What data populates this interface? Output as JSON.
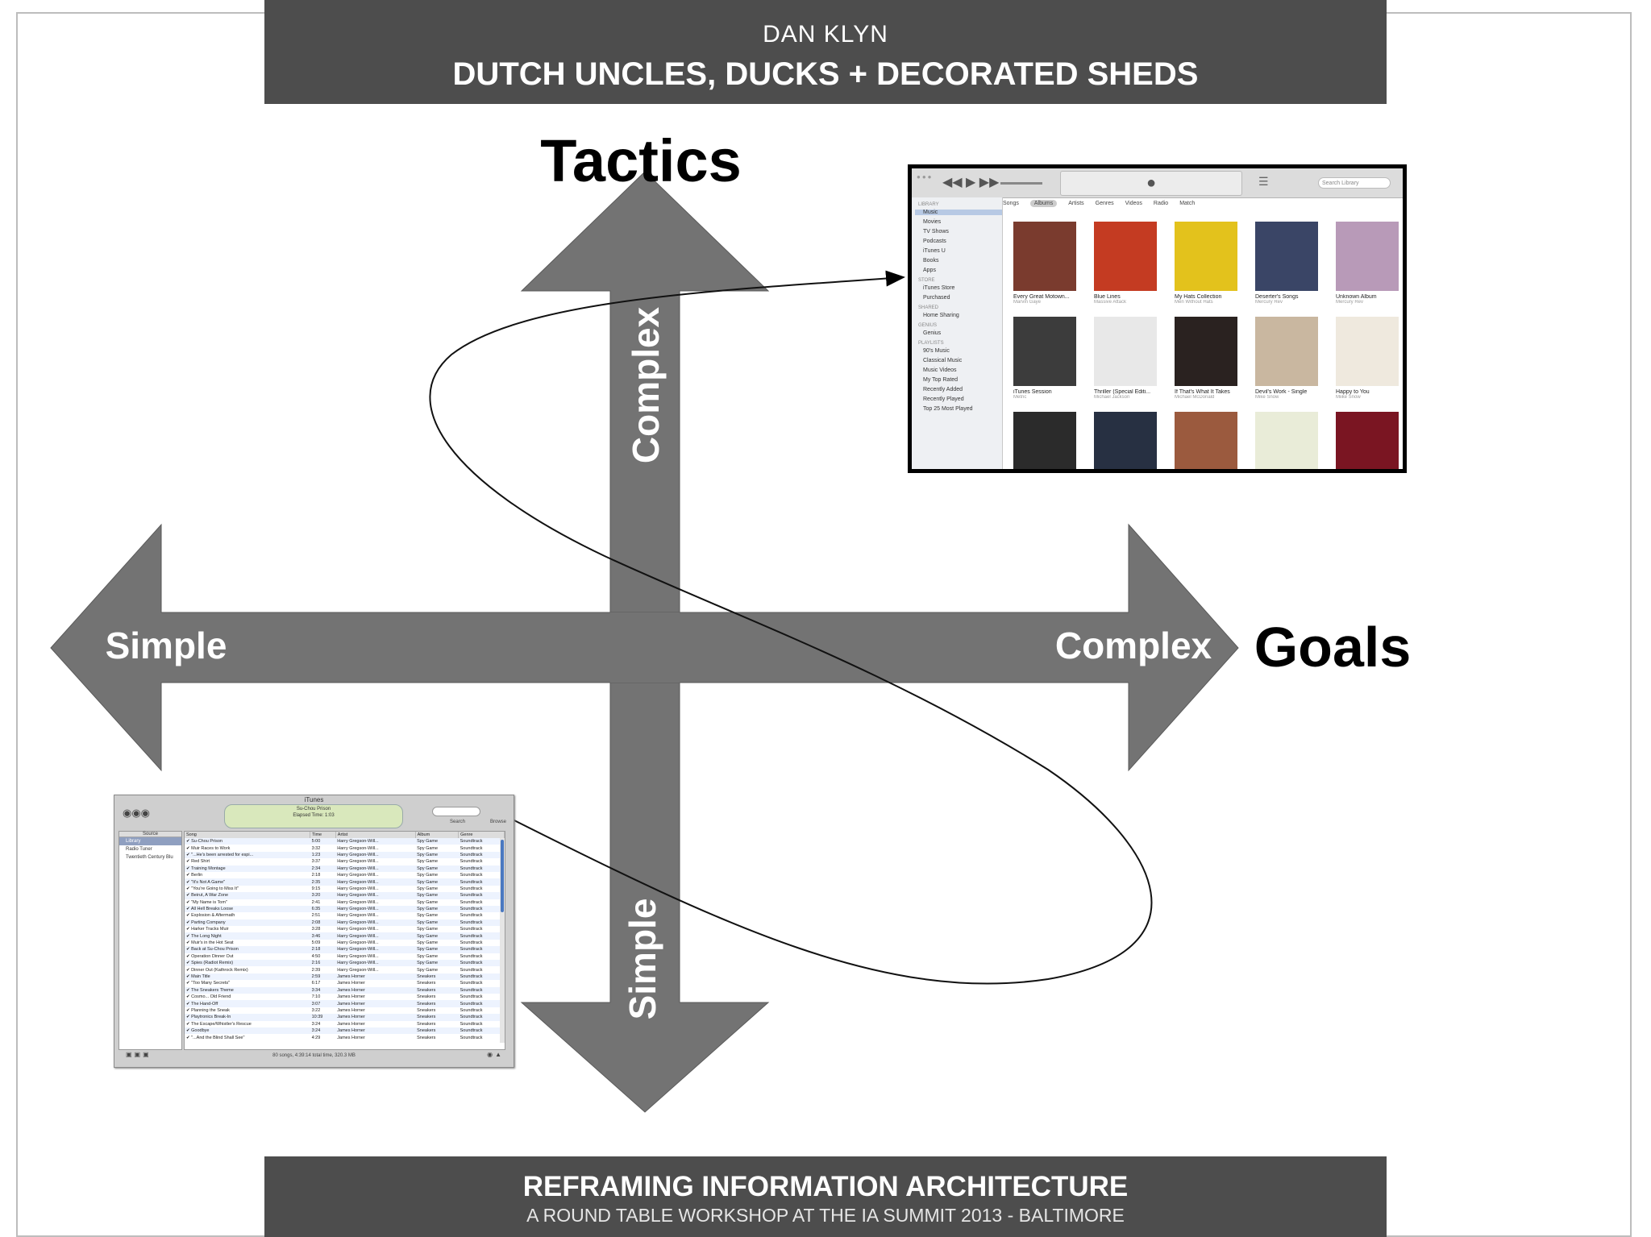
{
  "header": {
    "author": "DAN KLYN",
    "title": "DUTCH UNCLES, DUCKS + DECORATED SHEDS"
  },
  "footer": {
    "title": "REFRAMING INFORMATION ARCHITECTURE",
    "subtitle": "A ROUND TABLE WORKSHOP AT THE IA SUMMIT 2013 - BALTIMORE"
  },
  "diagram": {
    "vertical_axis_title": "Tactics",
    "horizontal_axis_title": "Goals",
    "up_label": "Complex",
    "down_label": "Simple",
    "left_label": "Simple",
    "right_label": "Complex",
    "arrow_color": "#737373"
  },
  "new_itunes": {
    "search_placeholder": "Search Library",
    "tabs": [
      "Songs",
      "Albums",
      "Artists",
      "Genres",
      "Videos",
      "Radio",
      "Match"
    ],
    "active_tab": "Albums",
    "sidebar": [
      {
        "section": "LIBRARY",
        "items": [
          "Music",
          "Movies",
          "TV Shows",
          "Podcasts",
          "iTunes U",
          "Books",
          "Apps"
        ]
      },
      {
        "section": "STORE",
        "items": [
          "iTunes Store",
          "Purchased"
        ]
      },
      {
        "section": "SHARED",
        "items": [
          "Home Sharing"
        ]
      },
      {
        "section": "GENIUS",
        "items": [
          "Genius"
        ]
      },
      {
        "section": "PLAYLISTS",
        "items": [
          "90's Music",
          "Classical Music",
          "Music Videos",
          "My Top Rated",
          "Recently Added",
          "Recently Played",
          "Top 25 Most Played"
        ]
      }
    ],
    "albums": [
      {
        "name": "Every Great Motown...",
        "artist": "Marvin Gaye",
        "color": "#7a3b2e"
      },
      {
        "name": "Blue Lines",
        "artist": "Massive Attack",
        "color": "#c43b22"
      },
      {
        "name": "My Hats Collection",
        "artist": "Men Without Hats",
        "color": "#e3c21c"
      },
      {
        "name": "Deserter's Songs",
        "artist": "Mercury Rev",
        "color": "#3a4566"
      },
      {
        "name": "Unknown Album",
        "artist": "Mercury Rev",
        "color": "#b89ab8"
      },
      {
        "name": "iTunes Session",
        "artist": "Metric",
        "color": "#3c3c3c"
      },
      {
        "name": "Thriller (Special Editi...",
        "artist": "Michael Jackson",
        "color": "#e8e8e8"
      },
      {
        "name": "If That's What It Takes",
        "artist": "Michael McDonald",
        "color": "#2a2220"
      },
      {
        "name": "Devil's Work - Single",
        "artist": "Mike Snow",
        "color": "#c9b7a0"
      },
      {
        "name": "Happy to You",
        "artist": "Miike Snow",
        "color": "#efe9de"
      },
      {
        "name": "",
        "artist": "",
        "color": "#2b2b2b"
      },
      {
        "name": "",
        "artist": "",
        "color": "#273042"
      },
      {
        "name": "",
        "artist": "",
        "color": "#9b5a3e"
      },
      {
        "name": "",
        "artist": "",
        "color": "#e9ecd8"
      },
      {
        "name": "",
        "artist": "",
        "color": "#7a1522"
      }
    ]
  },
  "old_itunes": {
    "window_title": "iTunes",
    "now_playing": "Su-Chou Prison",
    "elapsed": "Elapsed Time: 1:03",
    "search_label": "Search",
    "browse_label": "Browse",
    "source_header": "Source",
    "sources": [
      "Library",
      "Radio Tuner",
      "Twentieth Century Blu"
    ],
    "columns": [
      "Song",
      "Time",
      "Artist",
      "Album",
      "Genre"
    ],
    "rows": [
      [
        "Su-Chou Prison",
        "5:00",
        "Harry Gregson-Will...",
        "Spy Game",
        "Soundtrack"
      ],
      [
        "Muir Races to Work",
        "3:32",
        "Harry Gregson-Will...",
        "Spy Game",
        "Soundtrack"
      ],
      [
        "\"...He's been arrested for espi...",
        "1:23",
        "Harry Gregson-Will...",
        "Spy Game",
        "Soundtrack"
      ],
      [
        "Red Shirt",
        "3:37",
        "Harry Gregson-Will...",
        "Spy Game",
        "Soundtrack"
      ],
      [
        "Training Montage",
        "2:34",
        "Harry Gregson-Will...",
        "Spy Game",
        "Soundtrack"
      ],
      [
        "Berlin",
        "2:18",
        "Harry Gregson-Will...",
        "Spy Game",
        "Soundtrack"
      ],
      [
        "\"It's Not A Game\"",
        "2:35",
        "Harry Gregson-Will...",
        "Spy Game",
        "Soundtrack"
      ],
      [
        "\"You're Going to Miss It\"",
        "9:15",
        "Harry Gregson-Will...",
        "Spy Game",
        "Soundtrack"
      ],
      [
        "Beirut, A War Zone",
        "3:20",
        "Harry Gregson-Will...",
        "Spy Game",
        "Soundtrack"
      ],
      [
        "\"My Name is Tom\"",
        "2:41",
        "Harry Gregson-Will...",
        "Spy Game",
        "Soundtrack"
      ],
      [
        "All Hell Breaks Loose",
        "6:35",
        "Harry Gregson-Will...",
        "Spy Game",
        "Soundtrack"
      ],
      [
        "Explosion & Aftermath",
        "2:51",
        "Harry Gregson-Will...",
        "Spy Game",
        "Soundtrack"
      ],
      [
        "Parting Company",
        "2:08",
        "Harry Gregson-Will...",
        "Spy Game",
        "Soundtrack"
      ],
      [
        "Harker Tracks Muir",
        "3:28",
        "Harry Gregson-Will...",
        "Spy Game",
        "Soundtrack"
      ],
      [
        "The Long Night",
        "3:46",
        "Harry Gregson-Will...",
        "Spy Game",
        "Soundtrack"
      ],
      [
        "Muir's in the Hot Seat",
        "5:09",
        "Harry Gregson-Will...",
        "Spy Game",
        "Soundtrack"
      ],
      [
        "Back at Su-Chou Prison",
        "2:18",
        "Harry Gregson-Will...",
        "Spy Game",
        "Soundtrack"
      ],
      [
        "Operation Dinner Out",
        "4:50",
        "Harry Gregson-Will...",
        "Spy Game",
        "Soundtrack"
      ],
      [
        "Spies (Radiot Remix)",
        "2:16",
        "Harry Gregson-Will...",
        "Spy Game",
        "Soundtrack"
      ],
      [
        "Dinner Out (Kathrock Remix)",
        "2:39",
        "Harry Gregson-Will...",
        "Spy Game",
        "Soundtrack"
      ],
      [
        "Main Title",
        "2:59",
        "James Horner",
        "Sneakers",
        "Soundtrack"
      ],
      [
        "\"Too Many Secrets\"",
        "6:17",
        "James Horner",
        "Sneakers",
        "Soundtrack"
      ],
      [
        "The Sneakers Theme",
        "3:34",
        "James Horner",
        "Sneakers",
        "Soundtrack"
      ],
      [
        "Cosmo... Old Friend",
        "7:10",
        "James Horner",
        "Sneakers",
        "Soundtrack"
      ],
      [
        "The Hand-Off",
        "3:07",
        "James Horner",
        "Sneakers",
        "Soundtrack"
      ],
      [
        "Planning the Sneak",
        "3:22",
        "James Horner",
        "Sneakers",
        "Soundtrack"
      ],
      [
        "Playtronics Break-In",
        "10:39",
        "James Horner",
        "Sneakers",
        "Soundtrack"
      ],
      [
        "The Escape/Whistler's Rescue",
        "3:24",
        "James Horner",
        "Sneakers",
        "Soundtrack"
      ],
      [
        "Goodbye",
        "3:24",
        "James Horner",
        "Sneakers",
        "Soundtrack"
      ],
      [
        "\"...And the Blind Shall See\"",
        "4:29",
        "James Horner",
        "Sneakers",
        "Soundtrack"
      ]
    ],
    "status": "80 songs, 4:39:14 total time, 320.3 MB"
  }
}
